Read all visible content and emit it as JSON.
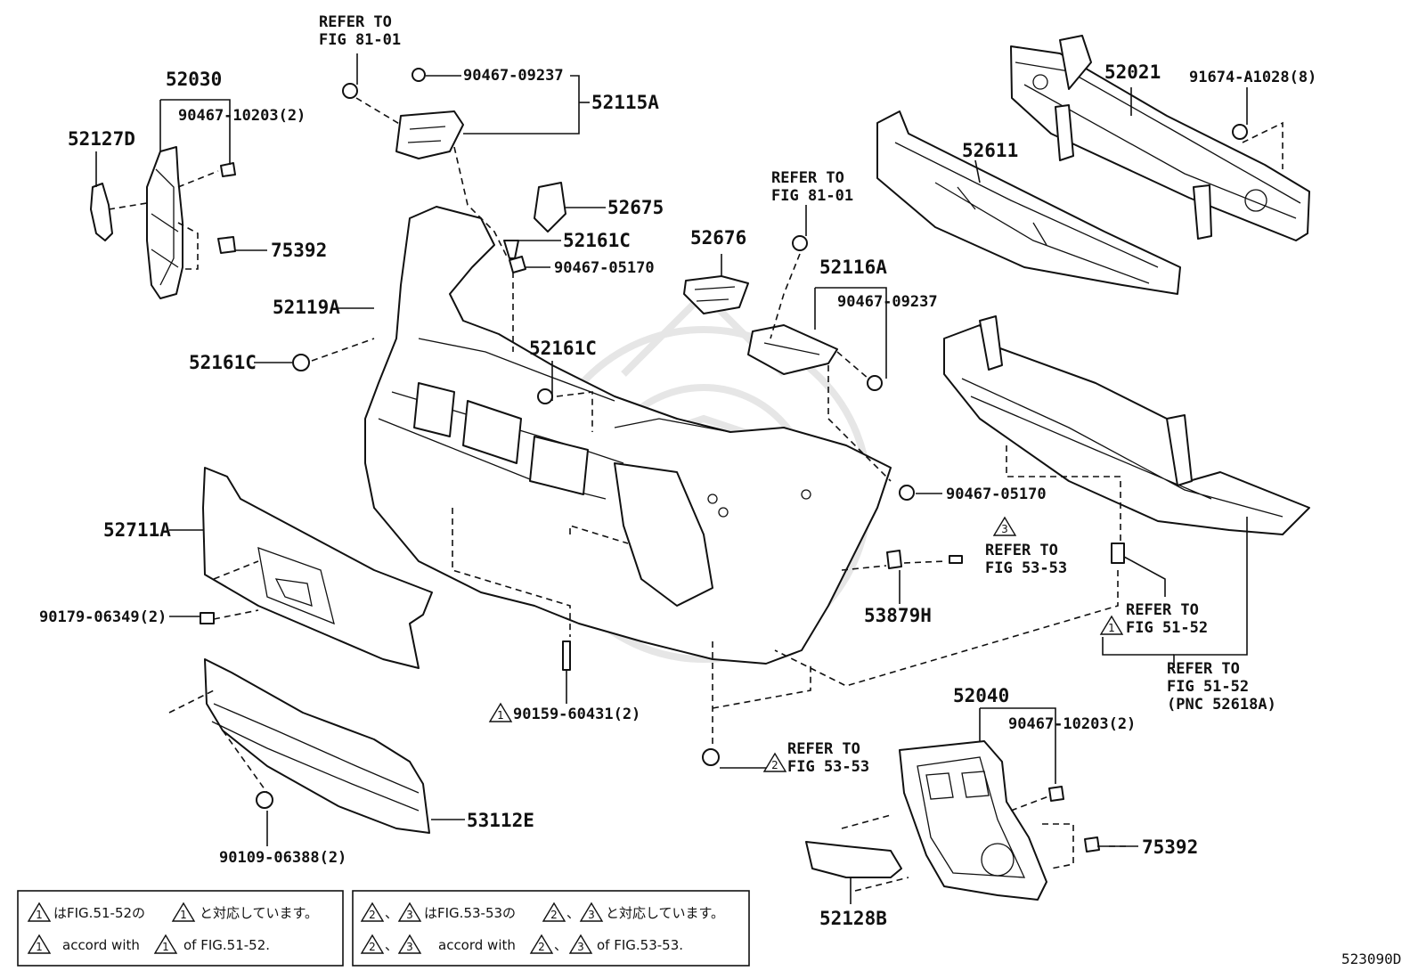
{
  "diagram_id": "523090D",
  "labels": {
    "refer_81_a": [
      "REFER TO",
      "FIG 81-01"
    ],
    "p52030": "52030",
    "p52030_bolt": "90467-10203(2)",
    "p52127D": "52127D",
    "p75392_left": "75392",
    "p90467_09237_top": "90467-09237",
    "p52115A": "52115A",
    "p52675": "52675",
    "p90467_05170_left": "90467-05170",
    "p52119A": "52119A",
    "p52161C_a": "52161C",
    "p52161C_b": "52161C",
    "p52161C_c": "52161C",
    "p52676": "52676",
    "refer_81_b": [
      "REFER TO",
      "FIG 81-01"
    ],
    "p52116A": "52116A",
    "p90467_09237_right": "90467-09237",
    "p52021": "52021",
    "p91674": "91674-A1028(8)",
    "p52611": "52611",
    "p52711A": "52711A",
    "p90179": "90179-06349(2)",
    "p90467_05170_right": "90467-05170",
    "refer_53_3": [
      "REFER TO",
      "FIG 53-53"
    ],
    "p53879H": "53879H",
    "refer_51_1": [
      "REFER TO",
      "FIG 51-52"
    ],
    "refer_51_pnc": [
      "REFER TO",
      "FIG 51-52",
      "(PNC 52618A)"
    ],
    "p90159": "90159-60431(2)",
    "refer_53_2": [
      "REFER TO",
      "FIG 53-53"
    ],
    "p52040": "52040",
    "p52040_bolt": "90467-10203(2)",
    "p75392_right": "75392",
    "p53112E": "53112E",
    "p90109": "90109-06388(2)",
    "p52128B": "52128B"
  },
  "notes": {
    "left_jp": "はFIG.51-52の",
    "left_jp_end": "と対応しています。",
    "left_en_a": "accord with",
    "left_en_b": "of FIG.51-52.",
    "right_jp_sep": "、",
    "right_jp": "はFIG.53-53の",
    "right_jp_end": "と対応しています。",
    "right_en_a": "accord with",
    "right_en_b": "of FIG.53-53."
  },
  "markers": {
    "one": "1",
    "two": "2",
    "three": "3"
  }
}
